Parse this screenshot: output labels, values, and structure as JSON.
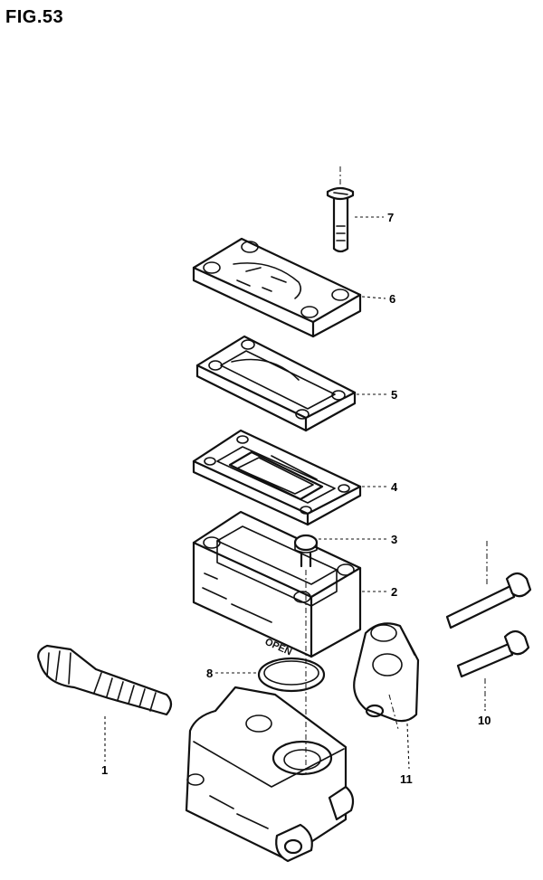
{
  "figure": {
    "title": "FIG.53",
    "embossed_text": "OPEN"
  },
  "callouts": [
    {
      "id": "c1",
      "label": "1"
    },
    {
      "id": "c2",
      "label": "2"
    },
    {
      "id": "c3",
      "label": "3"
    },
    {
      "id": "c4",
      "label": "4"
    },
    {
      "id": "c5",
      "label": "5"
    },
    {
      "id": "c6",
      "label": "6"
    },
    {
      "id": "c7",
      "label": "7"
    },
    {
      "id": "c8",
      "label": "8"
    },
    {
      "id": "c10",
      "label": "10"
    },
    {
      "id": "c11",
      "label": "11"
    }
  ]
}
